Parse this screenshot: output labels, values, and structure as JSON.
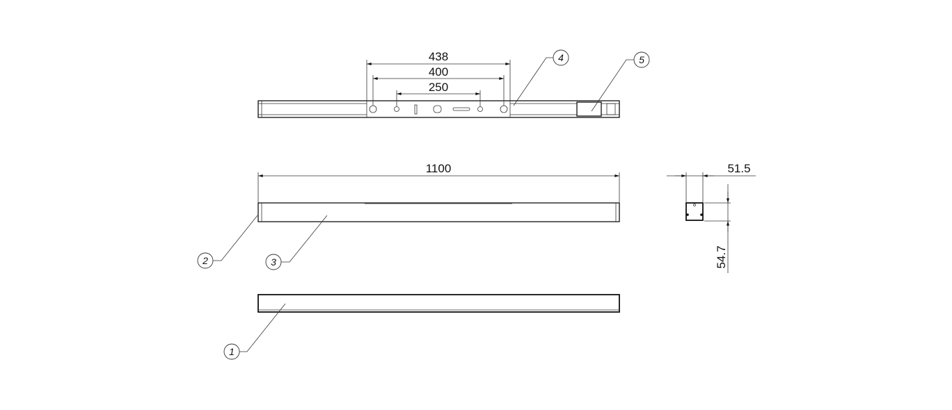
{
  "drawing": {
    "top_view": {
      "dimensions": [
        "438",
        "400",
        "250"
      ],
      "balloons": [
        "4",
        "5"
      ]
    },
    "front_view": {
      "dimensions": [
        "1100"
      ],
      "balloons": [
        "2",
        "3"
      ]
    },
    "bottom_view": {
      "balloons": [
        "1"
      ]
    },
    "side_view": {
      "dimensions": [
        "51.5",
        "54.7"
      ]
    }
  }
}
